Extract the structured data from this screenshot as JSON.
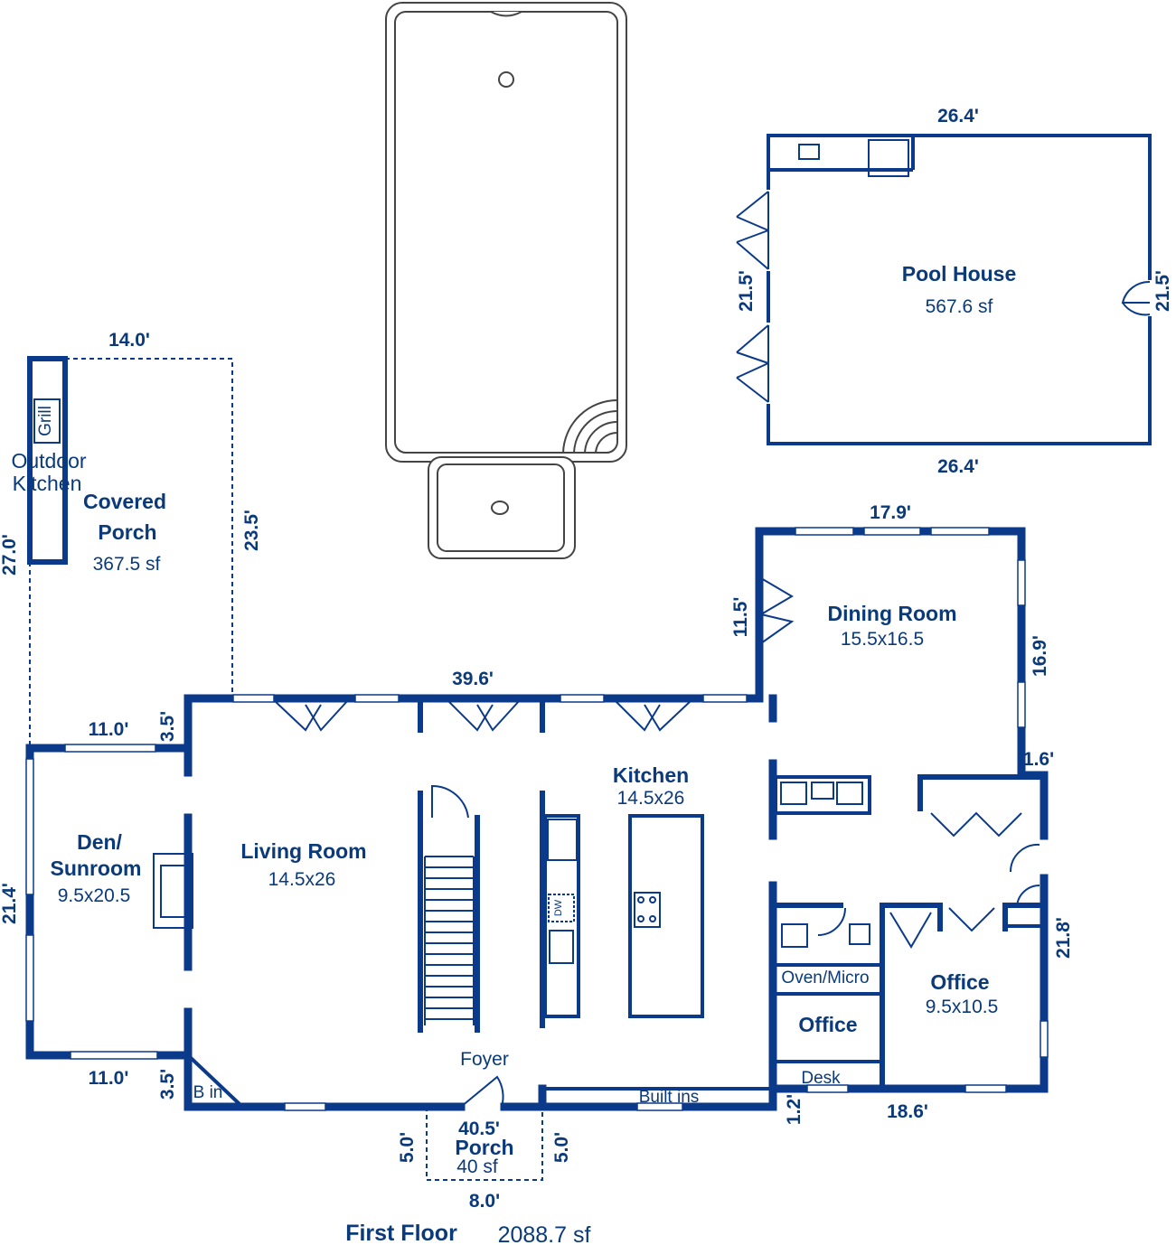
{
  "floor": {
    "title": "First Floor",
    "area": "2088.7 sf"
  },
  "rooms": {
    "pool_house": {
      "name": "Pool House",
      "area": "567.6 sf"
    },
    "covered_porch": {
      "name_line1": "Covered",
      "name_line2": "Porch",
      "area": "367.5 sf"
    },
    "outdoor_kitchen": {
      "name_line1": "Outdoor",
      "name_line2": "Kitchen"
    },
    "grill": {
      "label": "Grill"
    },
    "dining_room": {
      "name": "Dining Room",
      "dims": "15.5x16.5"
    },
    "kitchen": {
      "name": "Kitchen",
      "dims": "14.5x26"
    },
    "den": {
      "name_line1": "Den/",
      "name_line2": "Sunroom",
      "dims": "9.5x20.5"
    },
    "living_room": {
      "name": "Living Room",
      "dims": "14.5x26"
    },
    "office_main": {
      "name": "Office",
      "dims": "9.5x10.5"
    },
    "office_small": {
      "name": "Office"
    },
    "oven_micro": {
      "label": "Oven/Micro"
    },
    "desk": {
      "label": "Desk"
    },
    "foyer": {
      "label": "Foyer"
    },
    "built_ins": {
      "label": "Built ins"
    },
    "b_in": {
      "label": "B in"
    },
    "porch": {
      "name": "Porch",
      "area": "40 sf"
    },
    "dw": {
      "label": "DW"
    }
  },
  "dimensions": {
    "pool_house_top": "26.4'",
    "pool_house_bottom": "26.4'",
    "pool_house_left": "21.5'",
    "pool_house_right": "21.5'",
    "covered_porch_top": "14.0'",
    "covered_porch_right": "23.5'",
    "covered_porch_left": "27.0'",
    "dining_top": "17.9'",
    "dining_left": "11.5'",
    "dining_right": "16.9'",
    "rear_wall": "39.6'",
    "den_top": "11.0'",
    "den_bottom": "11.0'",
    "den_left": "21.4'",
    "den_jog_top": "3.5'",
    "den_jog_bottom": "3.5'",
    "jog_right": "1.6'",
    "office_right": "21.8'",
    "office_bottom": "18.6'",
    "front_jog": "1.2'",
    "front_wall": "40.5'",
    "porch_left": "5.0'",
    "porch_right": "5.0'",
    "porch_bottom": "8.0'"
  }
}
